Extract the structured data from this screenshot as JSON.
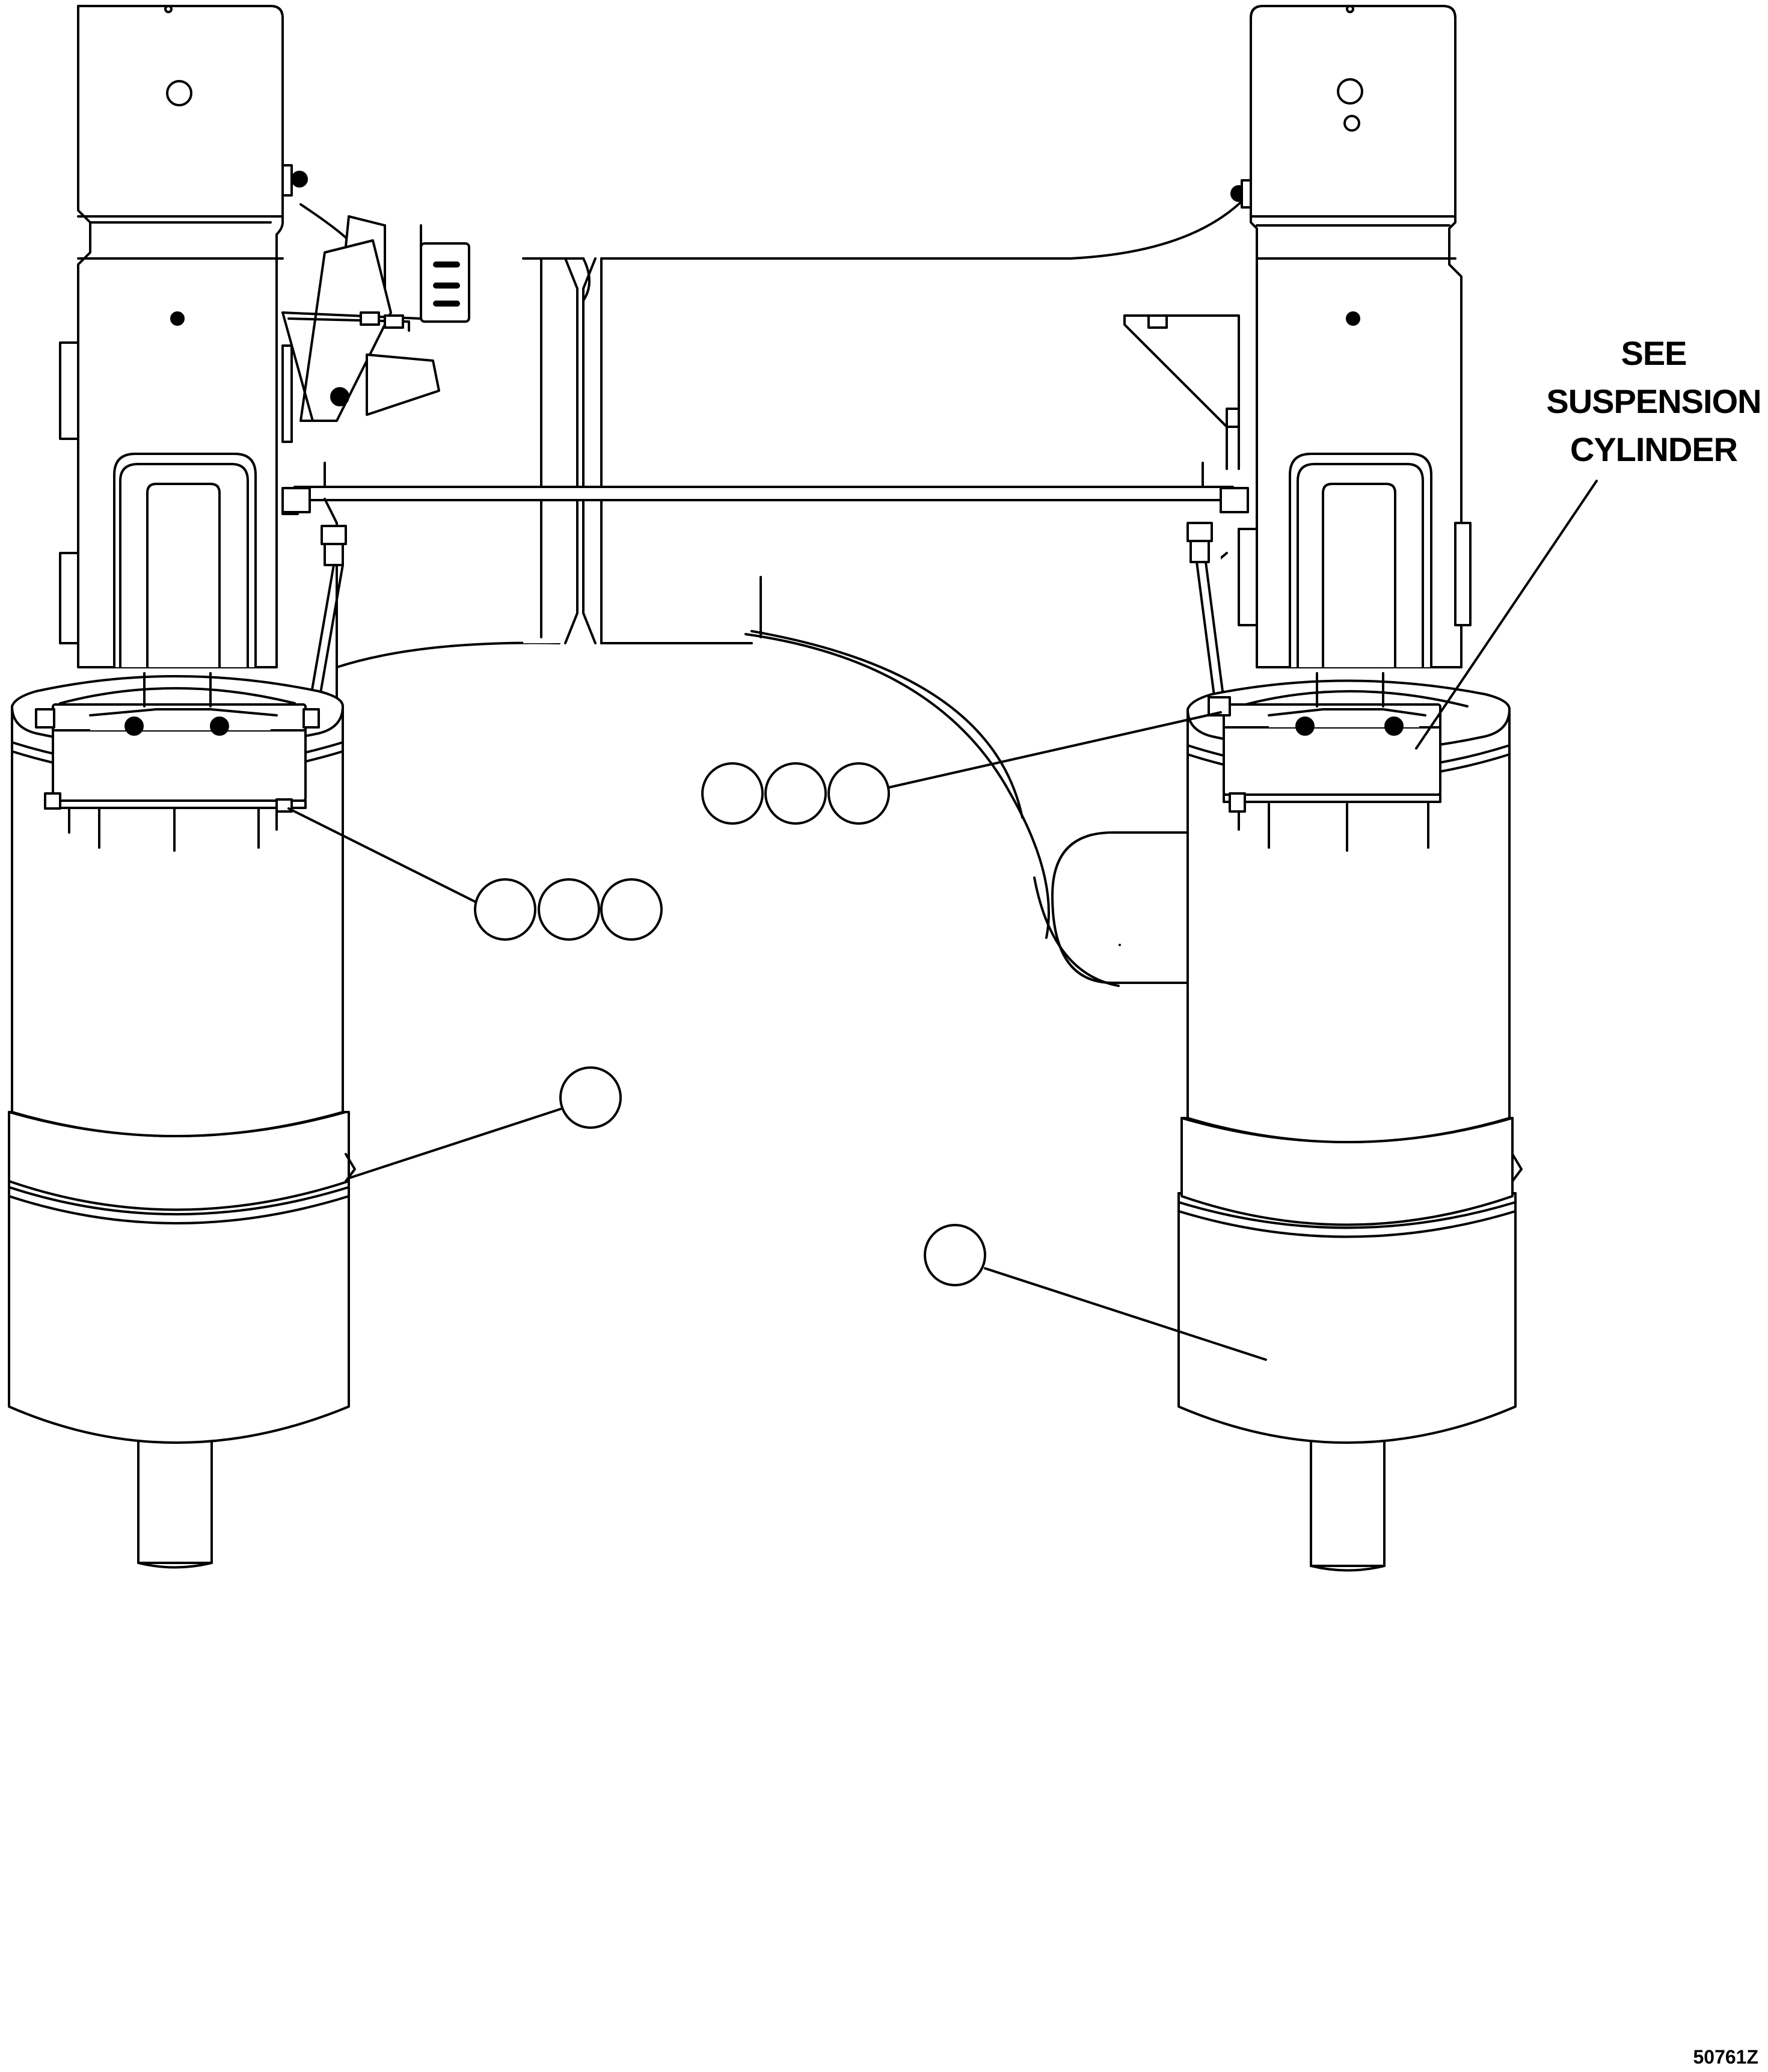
{
  "callout": {
    "line1": "SEE",
    "line2": "SUSPENSION",
    "line3": "CYLINDER"
  },
  "figure_id": "50761Z",
  "colors": {
    "stroke": "#000000",
    "background": "#ffffff"
  }
}
